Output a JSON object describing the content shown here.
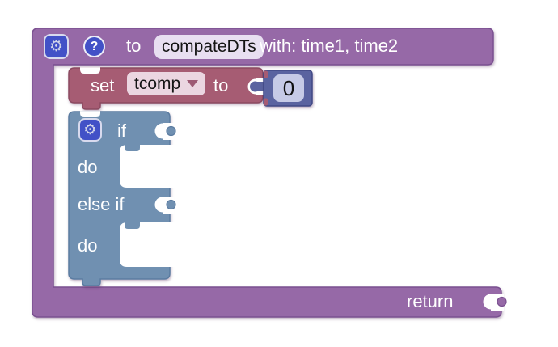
{
  "procedure_block": {
    "to_label": "to",
    "name": "compateDTs",
    "params_label": "with: time1, time2",
    "return_label": "return"
  },
  "set_block": {
    "set_label": "set",
    "variable_name": "tcomp",
    "to_label": "to"
  },
  "number_block": {
    "value": "0"
  },
  "if_block": {
    "if_label": "if",
    "do_label": "do",
    "else_if_label": "else if",
    "do2_label": "do"
  },
  "icons": {
    "gear": "⚙",
    "help": "?"
  },
  "colors": {
    "procedure_purple": "#9669A7",
    "procedure_border": "#7A5090",
    "set_maroon": "#A65C73",
    "set_border": "#8B4960",
    "if_blue": "#7090B1",
    "if_border": "#5B7CA1",
    "mutator_icon_blue": "#4251C7",
    "number_block_blue": "#5A63A0",
    "number_field": "#C6CAE6",
    "name_field": "#E8DFF1",
    "variable_field": "#EBD6E1",
    "background": "#FFFFFF"
  }
}
